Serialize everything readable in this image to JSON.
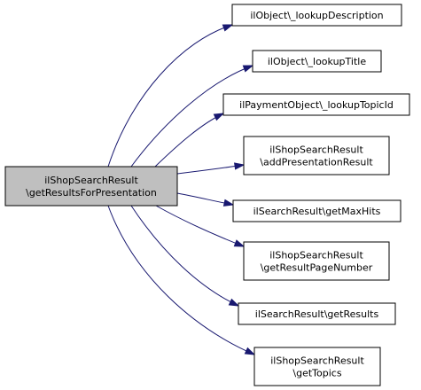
{
  "diagram": {
    "root": {
      "id": "root",
      "lines": [
        "ilShopSearchResult",
        "\\getResultsForPresentation"
      ]
    },
    "callees": [
      {
        "id": "n1",
        "lines": [
          "ilObject\\_lookupDescription"
        ]
      },
      {
        "id": "n2",
        "lines": [
          "ilObject\\_lookupTitle"
        ]
      },
      {
        "id": "n3",
        "lines": [
          "ilPaymentObject\\_lookupTopicId"
        ]
      },
      {
        "id": "n4",
        "lines": [
          "ilShopSearchResult",
          "\\addPresentationResult"
        ]
      },
      {
        "id": "n5",
        "lines": [
          "ilSearchResult\\getMaxHits"
        ]
      },
      {
        "id": "n6",
        "lines": [
          "ilShopSearchResult",
          "\\getResultPageNumber"
        ]
      },
      {
        "id": "n7",
        "lines": [
          "ilSearchResult\\getResults"
        ]
      },
      {
        "id": "n8",
        "lines": [
          "ilShopSearchResult",
          "\\getTopics"
        ]
      }
    ],
    "edge_color": "#191970",
    "root_fill": "#bfbfbf"
  }
}
